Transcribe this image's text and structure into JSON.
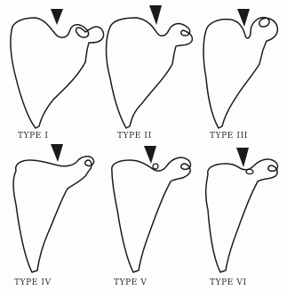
{
  "panels": [
    {
      "label": "TYPE I"
    },
    {
      "label": "TYPE II"
    },
    {
      "label": "TYPE III"
    },
    {
      "label": "TYPE IV"
    },
    {
      "label": "TYPE V"
    },
    {
      "label": "TYPE VI"
    }
  ]
}
